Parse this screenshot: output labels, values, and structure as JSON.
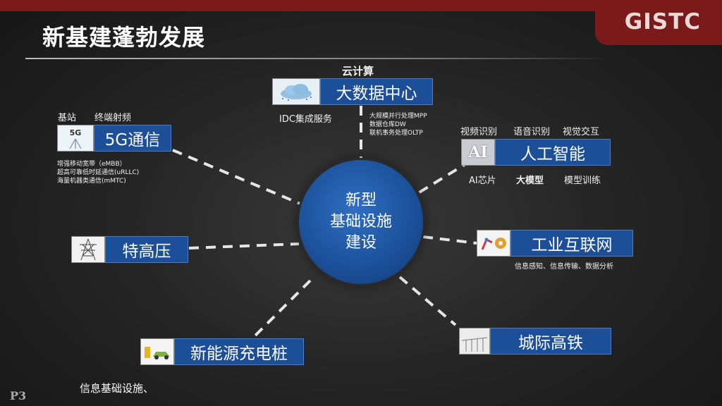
{
  "header": {
    "title": "新基建蓬勃发展",
    "logo": "GISTC"
  },
  "hub": {
    "line1": "新型",
    "line2": "基础设施",
    "line3": "建设"
  },
  "bigdata": {
    "label": "大数据中心",
    "top_label": "云计算",
    "sub_left": "IDC集成服务",
    "details": [
      "大规模并行处理MPP",
      "数据仓库DW",
      "联机事务处理OLTP"
    ]
  },
  "fiveg": {
    "label": "5G通信",
    "thumb_text": "5G",
    "tags": [
      "基站",
      "终端射频"
    ],
    "details": [
      "增强移动宽带（eMBB）",
      "超高可靠低时延通信(uRLLC)",
      "海量机器类通信(mMTC)"
    ]
  },
  "ai": {
    "label": "人工智能",
    "thumb_text": "AI",
    "tags": [
      "视频识别",
      "语音识别",
      "视觉交互"
    ],
    "bottom": [
      "AI芯片",
      "大模型",
      "模型训练"
    ]
  },
  "uhv": {
    "label": "特高压"
  },
  "iiot": {
    "label": "工业互联网",
    "details": "信息感知、信息传输、数据分析"
  },
  "ev": {
    "label": "新能源充电桩"
  },
  "rail": {
    "label": "城际高铁"
  },
  "footer": {
    "page": "P3",
    "note": "信息基础设施、"
  },
  "colors": {
    "accent_blue": "#1d4f98",
    "brand_red": "#7a1a1a",
    "background": "#262626"
  }
}
